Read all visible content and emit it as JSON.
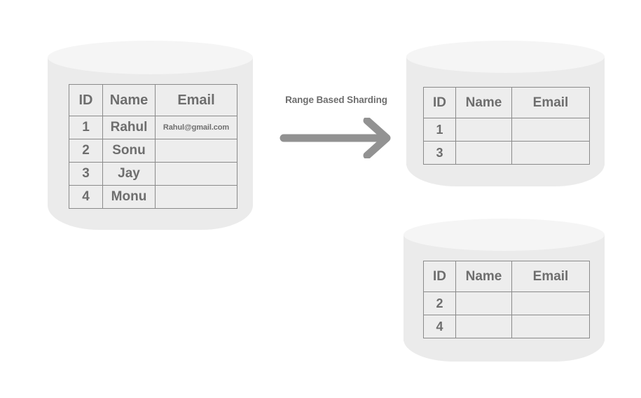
{
  "diagram": {
    "title": "Range Based Sharding",
    "type": "database-sharding-diagram",
    "colors": {
      "cylinder_body": "#ebebeb",
      "cylinder_top": "#f5f5f5",
      "cell_background": "#ededed",
      "cell_border": "#8a8a8a",
      "text": "#6e6e6e",
      "arrow": "#929292",
      "page_background": "#ffffff"
    }
  },
  "arrow": {
    "name": "right-arrow",
    "label": "Range Based Sharding",
    "direction": "right"
  },
  "source_database": {
    "name": "source-database",
    "columns": [
      "ID",
      "Name",
      "Email"
    ],
    "rows": [
      {
        "id": "1",
        "name": "Rahul",
        "email": "Rahul@gmail.com"
      },
      {
        "id": "2",
        "name": "Sonu",
        "email": ""
      },
      {
        "id": "3",
        "name": "Jay",
        "email": ""
      },
      {
        "id": "4",
        "name": "Monu",
        "email": ""
      }
    ]
  },
  "shard_one": {
    "name": "shard-database-one",
    "columns": [
      "ID",
      "Name",
      "Email"
    ],
    "rows": [
      {
        "id": "1",
        "name": "",
        "email": ""
      },
      {
        "id": "3",
        "name": "",
        "email": ""
      }
    ]
  },
  "shard_two": {
    "name": "shard-database-two",
    "columns": [
      "ID",
      "Name",
      "Email"
    ],
    "rows": [
      {
        "id": "2",
        "name": "",
        "email": ""
      },
      {
        "id": "4",
        "name": "",
        "email": ""
      }
    ]
  }
}
